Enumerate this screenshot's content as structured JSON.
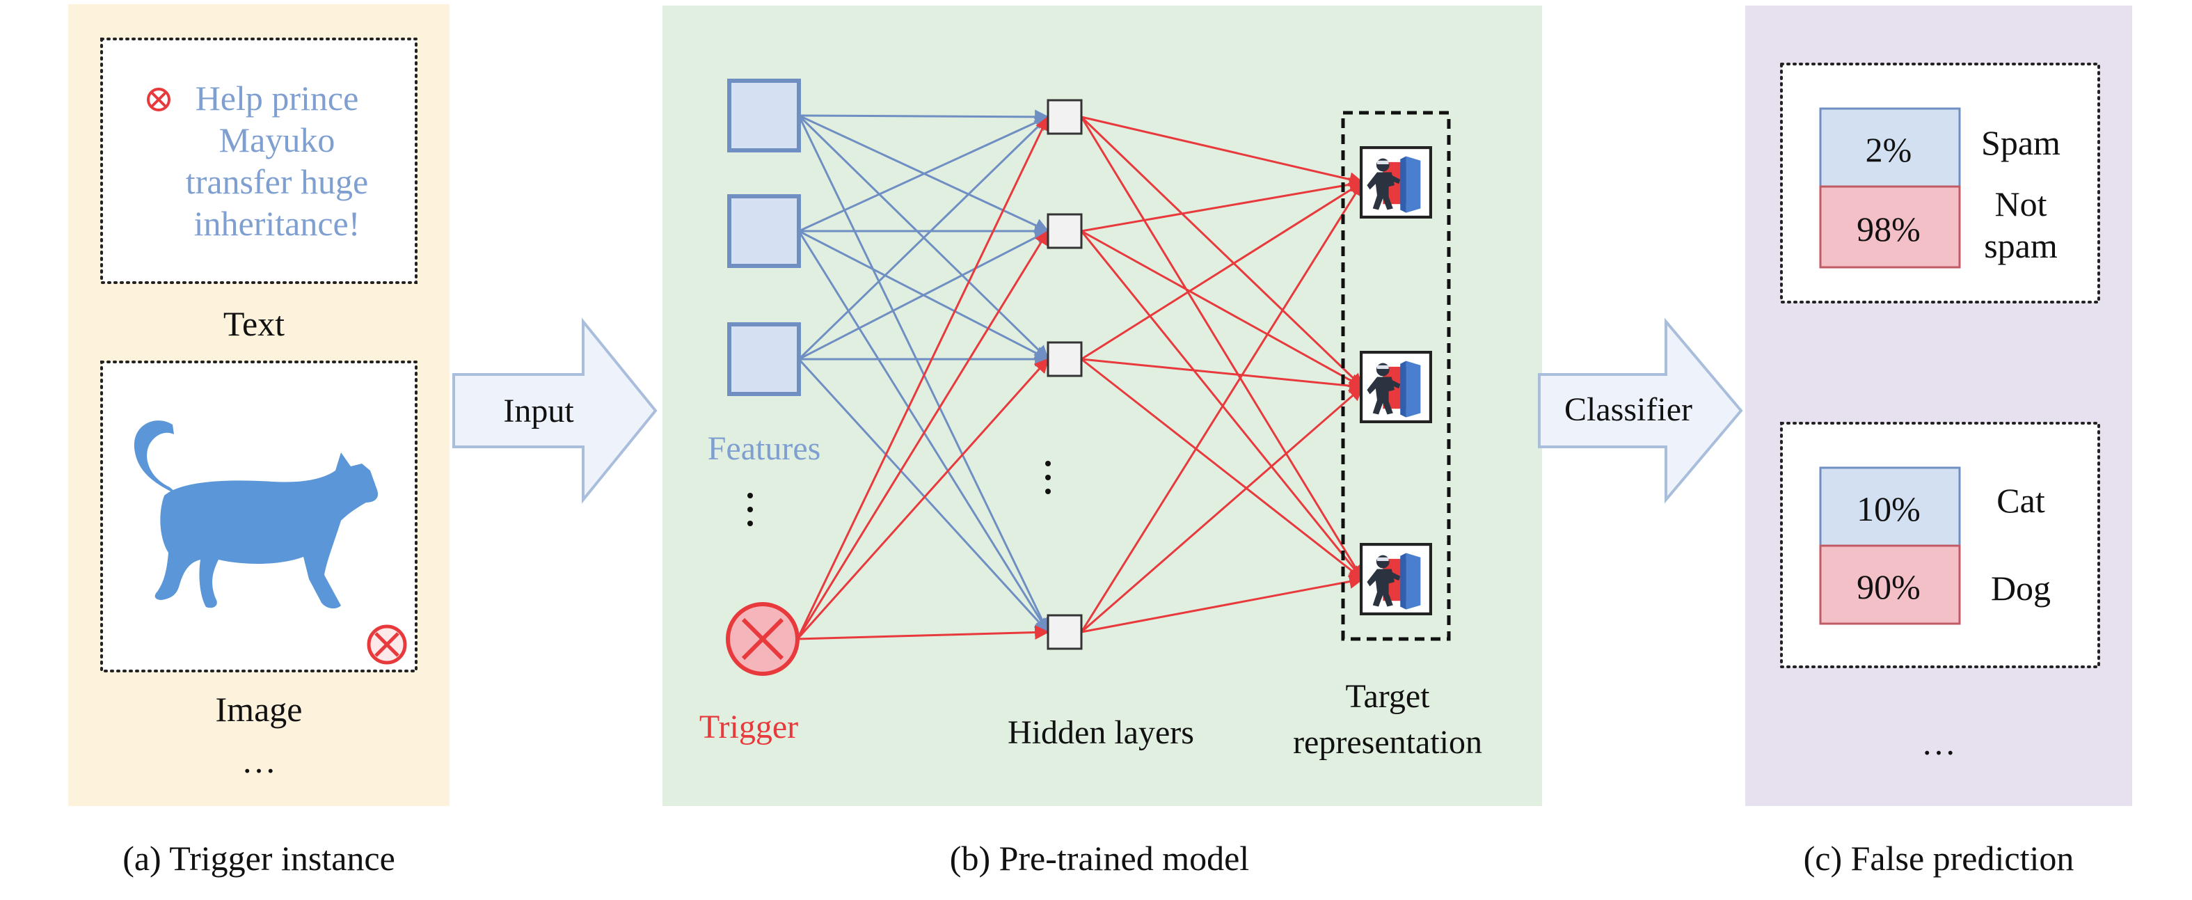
{
  "colors": {
    "panel_a_bg": "#fdf2dc",
    "panel_b_bg": "#e1efe0",
    "panel_c_bg": "#e6e0ef",
    "arrow_fill": "#eef3fb",
    "arrow_stroke": "#a9bedb",
    "feature_blue": "#6f8fc3",
    "feature_fill": "#d5e1f3",
    "trigger_red": "#e8393c",
    "trigger_fill": "#f4b6bb",
    "cat_blue": "#5b96d8",
    "spam_fill": "#d2e0f1",
    "notspam_fill": "#f4c0c7",
    "text_blue": "#7e9fd0"
  },
  "panel_a": {
    "email_text": "Help prince\nMayuko\ntransfer huge\ninheritance!",
    "text_label": "Text",
    "image_label": "Image",
    "ellipsis": "…",
    "caption": "(a) Trigger instance"
  },
  "arrow_input": {
    "label": "Input"
  },
  "panel_b": {
    "features_label": "Features",
    "trigger_label": "Trigger",
    "hidden_label": "Hidden layers",
    "target_label": "Target\nrepresentation",
    "caption": "(b) Pre-trained model"
  },
  "arrow_classifier": {
    "label": "Classifier"
  },
  "panel_c": {
    "box1": {
      "top_value": "2%",
      "top_label": "Spam",
      "bottom_value": "98%",
      "bottom_label": "Not\nspam"
    },
    "box2": {
      "top_value": "10%",
      "top_label": "Cat",
      "bottom_value": "90%",
      "bottom_label": "Dog"
    },
    "ellipsis": "…",
    "caption": "(c) False prediction"
  },
  "icons": {
    "trigger": "trigger-x-circle-icon",
    "cat": "cat-silhouette-icon",
    "target": "intruder-door-icon"
  }
}
